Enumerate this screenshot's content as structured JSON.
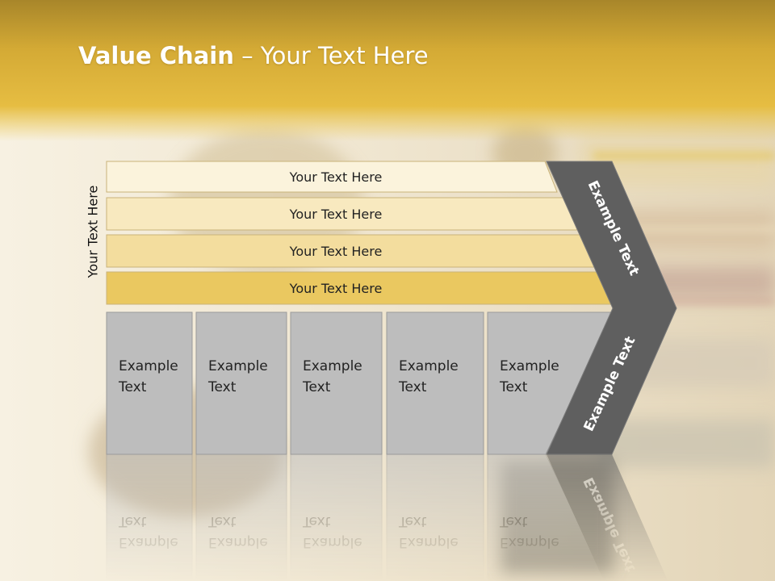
{
  "slide": {
    "title_bold": "Value Chain",
    "title_rest": " – Your Text Here",
    "side_label": "Your Text Here"
  },
  "support_rows": [
    {
      "label": "Your Text Here",
      "color": "#fbf3dc"
    },
    {
      "label": "Your Text Here",
      "color": "#f8e9bf"
    },
    {
      "label": "Your Text Here",
      "color": "#f3dd9e"
    },
    {
      "label": "Your Text Here",
      "color": "#eac860"
    }
  ],
  "primary_boxes": [
    {
      "line1": "Example",
      "line2": "Text"
    },
    {
      "line1": "Example",
      "line2": "Text"
    },
    {
      "line1": "Example",
      "line2": "Text"
    },
    {
      "line1": "Example",
      "line2": "Text"
    },
    {
      "line1": "Example",
      "line2": "Text"
    }
  ],
  "chevron": {
    "upper_label": "Example Text",
    "lower_label": "Example Text",
    "color": "#5f5f5f"
  },
  "colors": {
    "header": "#e1b73a",
    "box_fill": "#bdbdbd",
    "box_stroke": "#9a9a9a"
  }
}
